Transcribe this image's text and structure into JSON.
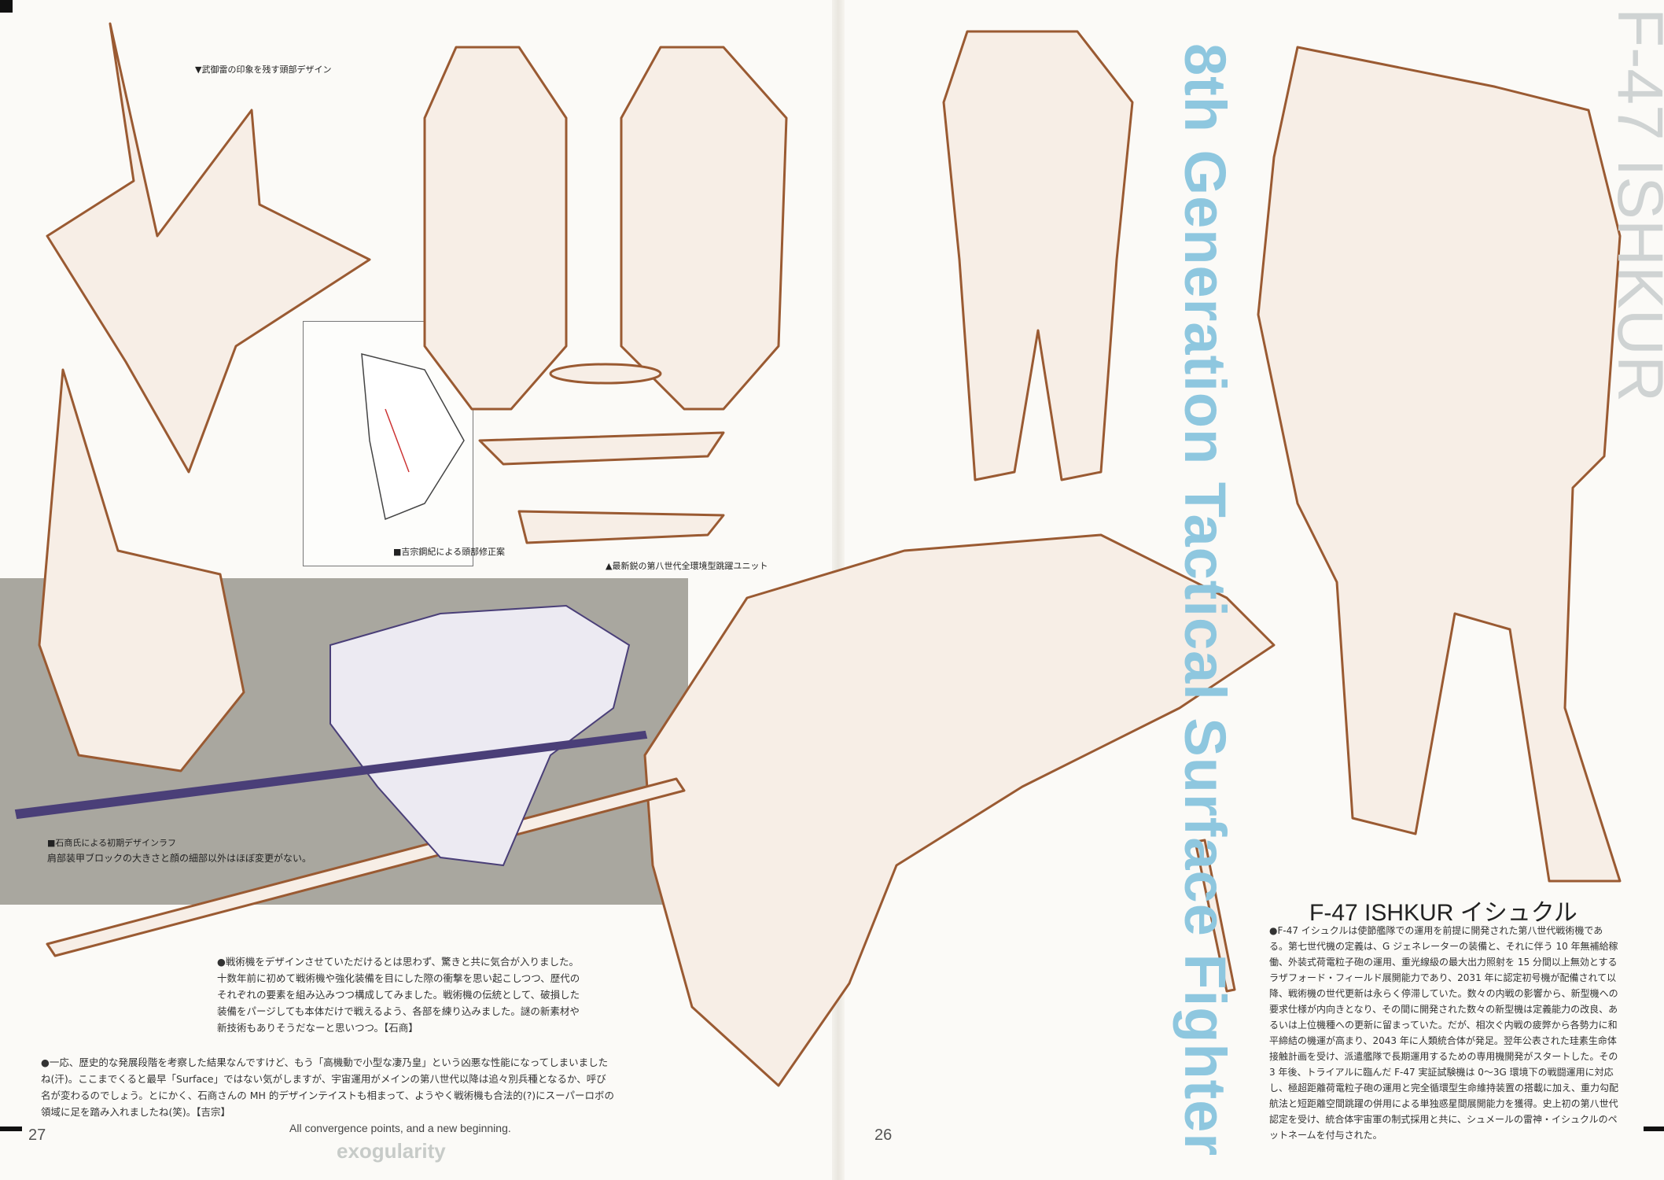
{
  "left_page": {
    "page_number": "27",
    "caption_head_design": "▼武御雷の印象を残す頭部デザイン",
    "caption_head_revision": "■吉宗鋼紀による頭部修正案",
    "caption_jump_unit": "▲最新鋭の第八世代全環境型跳躍ユニット",
    "caption_rough_title": "■石商氏による初期デザインラフ",
    "caption_rough_note": "肩部装甲ブロックの大きさと顔の細部以外はほぼ変更がない。",
    "comment_ishisho": "●戦術機をデザインさせていただけるとは思わず、驚きと共に気合が入りました。十数年前に初めて戦術機や強化装備を目にした際の衝撃を思い起こしつつ、歴代のそれぞれの要素を組み込みつつ構成してみました。戦術機の伝統として、破損した装備をパージしても本体だけで戦えるよう、各部を練り込みました。謎の新素材や新技術もありそうだなーと思いつつ。【石商】",
    "comment_yoshimune": "●一応、歴史的な発展段階を考察した結果なんですけど、もう「高機動で小型な凄乃皇」という凶悪な性能になってしまいましたね(汗)。ここまでくると最早「Surface」ではない気がしますが、宇宙運用がメインの第八世代以降は追々別兵種となるか、呼び名が変わるのでしょう。とにかく、石商さんの MH 的デザインテイストも相まって、ようやく戦術機も合法的(?)にスーパーロボの領域に足を踏み入れましたね(笑)。【吉宗】",
    "tagline": "All convergence points, and a new beginning.",
    "brand": "exogularity"
  },
  "right_page": {
    "page_number": "26",
    "vertical_subtitle": "8th Generation Tactical Surface Fighter",
    "vertical_title": "F-47 ISHKUR",
    "title": "F-47 ISHKUR イシュクル",
    "description": "●F-47 イシュクルは使節艦隊での運用を前提に開発された第八世代戦術機である。第七世代機の定義は、G ジェネレーターの装備と、それに伴う 10 年無補給稼働、外装式荷電粒子砲の運用、重光線級の最大出力照射を 15 分間以上無効とするラザフォード・フィールド展開能力であり、2031 年に認定初号機が配備されて以降、戦術機の世代更新は永らく停滞していた。数々の内戦の影響から、新型機への要求仕様が内向きとなり、その間に開発された数々の新型機は定義能力の改良、あるいは上位機種への更新に留まっていた。だが、相次ぐ内戦の疲弊から各勢力に和平締結の機運が高まり、2043 年に人類統合体が発足。翌年公表された珪素生命体接触計画を受け、派遣艦隊で長期運用するための専用機開発がスタートした。その 3 年後、トライアルに臨んだ F-47 実証試験機は 0〜3G 環境下の戦闘運用に対応し、極超距離荷電粒子砲の運用と完全循環型生命維持装置の搭載に加え、重力勾配航法と短距離空間跳躍の併用による単独惑星間展開能力を獲得。史上初の第八世代認定を受け、統合体宇宙軍の制式採用と共に、シュメールの雷神・イシュクルのペットネームを付与された。"
  },
  "colors": {
    "line_art": "#9a5a32",
    "subtitle_blue": "#8ec7df",
    "title_gray": "#cfd3d3",
    "rough_bg": "#a9a79f",
    "rough_accent": "#7a68b0"
  }
}
